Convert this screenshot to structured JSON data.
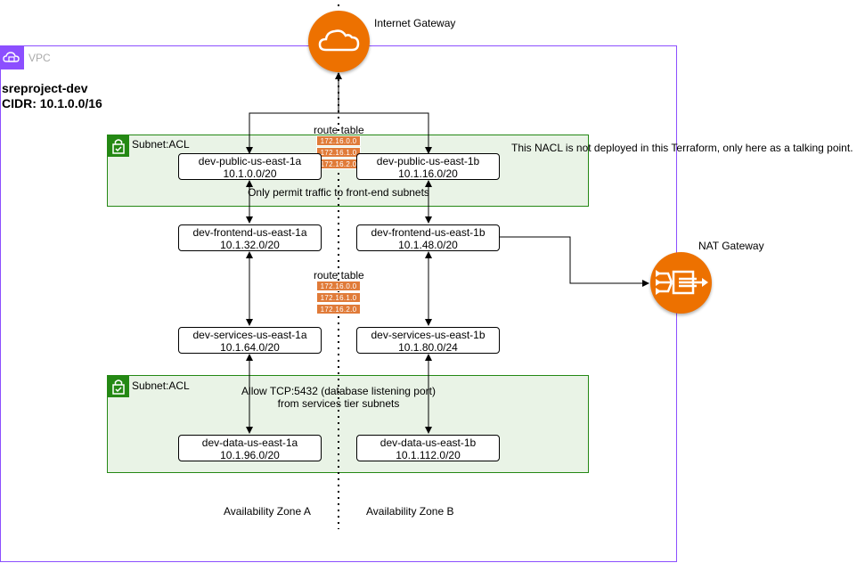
{
  "vpc": {
    "label": "VPC",
    "name": "sreproject-dev",
    "cidr": "CIDR: 10.1.0.0/16"
  },
  "internet_gateway": {
    "label": "Internet Gateway"
  },
  "nat_gateway": {
    "label": "NAT Gateway"
  },
  "route_tables": [
    {
      "label": "route table",
      "entries": [
        "172.16.0.0",
        "172.16.1.0",
        "172.16.2.0"
      ]
    },
    {
      "label": "route table",
      "entries": [
        "172.16.0.0",
        "172.16.1.0",
        "172.16.2.0"
      ]
    }
  ],
  "acls": [
    {
      "label": "Subnet:ACL",
      "note": "Only permit traffic to front-end subnets"
    },
    {
      "label": "Subnet:ACL",
      "note_line1": "Allow TCP:5432 (database listening port)",
      "note_line2": "from services tier subnets"
    }
  ],
  "nacl_note": "This NACL is not deployed in this Terraform, only here as a talking point.",
  "subnets": {
    "public_a": {
      "name": "dev-public-us-east-1a",
      "cidr": "10.1.0.0/20"
    },
    "public_b": {
      "name": "dev-public-us-east-1b",
      "cidr": "10.1.16.0/20"
    },
    "frontend_a": {
      "name": "dev-frontend-us-east-1a",
      "cidr": "10.1.32.0/20"
    },
    "frontend_b": {
      "name": "dev-frontend-us-east-1b",
      "cidr": "10.1.48.0/20"
    },
    "services_a": {
      "name": "dev-services-us-east-1a",
      "cidr": "10.1.64.0/20"
    },
    "services_b": {
      "name": "dev-services-us-east-1b",
      "cidr": "10.1.80.0/24"
    },
    "data_a": {
      "name": "dev-data-us-east-1a",
      "cidr": "10.1.96.0/20"
    },
    "data_b": {
      "name": "dev-data-us-east-1b",
      "cidr": "10.1.112.0/20"
    }
  },
  "zones": {
    "a": "Availability Zone A",
    "b": "Availability Zone B"
  },
  "colors": {
    "vpc": "#8c4fff",
    "acl_border": "#248814",
    "acl_fill": "#e9f3e6",
    "gateway": "#ed7100",
    "route_table": "#e07b39"
  }
}
